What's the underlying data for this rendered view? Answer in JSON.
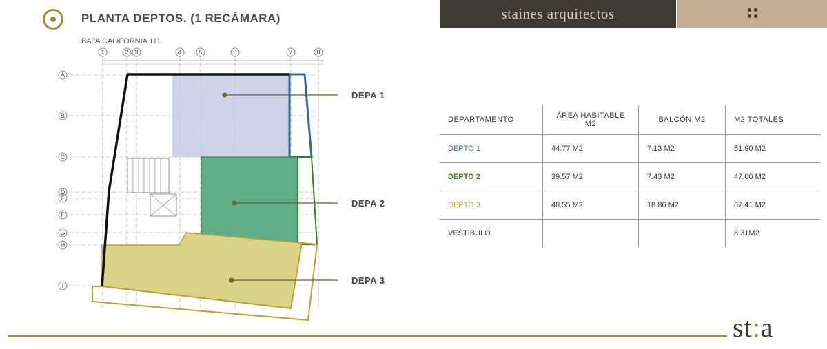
{
  "header": {
    "title": "PLANTA DEPTOS. (1 RECÁMARA)",
    "subtitle": "BAJA CALIFORNIA 111",
    "brand": "staines arquitectos"
  },
  "plan": {
    "column_labels": [
      "1",
      "2",
      "3",
      "4",
      "5",
      "6",
      "7",
      "8"
    ],
    "row_labels": [
      "A",
      "B",
      "C",
      "D",
      "E",
      "F",
      "G",
      "H",
      "I"
    ],
    "callouts": [
      "DEPA 1",
      "DEPA 2",
      "DEPA 3"
    ]
  },
  "table": {
    "headers": [
      "DEPARTAMENTO",
      "ÁREA HABITABLE M2",
      "BALCÓN M2",
      "M2 TOTALES"
    ],
    "rows": [
      {
        "name": "DEPTO 1",
        "area": "44.77 M2",
        "balcon": "7.13 M2",
        "total": "51.90 M2"
      },
      {
        "name": "DEPTO 2",
        "area": "39.57 M2",
        "balcon": "7.43 M2",
        "total": "47.00 M2"
      },
      {
        "name": "DEPTO 3",
        "area": "48.55 M2",
        "balcon": "18.86 M2",
        "total": "67.41 M2"
      },
      {
        "name": "VESTÍBULO",
        "area": "",
        "balcon": "",
        "total": "8.31M2"
      }
    ]
  },
  "footer": {
    "logo_left": "st",
    "logo_colon": ":",
    "logo_right": "a"
  },
  "colors": {
    "accent": "#a08c3c",
    "dark": "#3c3a32",
    "depto1": "#2c6e9e",
    "depto2": "#3f7a2c",
    "depto3": "#b8a234",
    "depto1_fill": "#c9cfe6",
    "depto2_fill": "#5fae88",
    "depto3_fill": "#d9d38a"
  },
  "icons": [
    "target-logo-icon",
    "grid-menu-icon"
  ]
}
